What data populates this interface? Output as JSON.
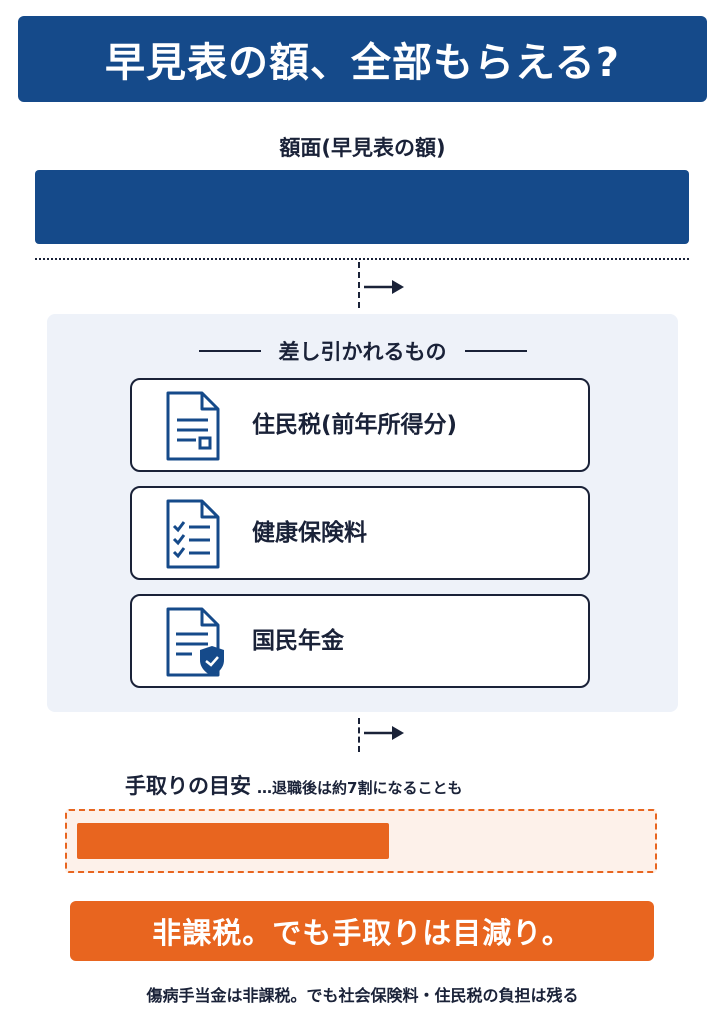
{
  "header": {
    "title": "早見表の額、全部もらえる?"
  },
  "gross": {
    "label": "額面(早見表の額)"
  },
  "deductions": {
    "heading": "差し引かれるもの",
    "items": [
      {
        "label": "住民税(前年所得分)",
        "icon": "document-icon"
      },
      {
        "label": "健康保険料",
        "icon": "checklist-document-icon"
      },
      {
        "label": "国民年金",
        "icon": "shield-document-icon"
      }
    ]
  },
  "net": {
    "label": "手取りの目安",
    "note": "…退職後は約7割になることも",
    "fill_fraction": 0.55
  },
  "callout": {
    "text": "非課税。でも手取りは目減り。"
  },
  "footnote": {
    "text": "傷病手当金は非課税。でも社会保険料・住民税の負担は残る"
  },
  "colors": {
    "navy": "#154a8a",
    "orange": "#e8651f",
    "panel": "#eef2f9",
    "ink": "#1a2238"
  }
}
